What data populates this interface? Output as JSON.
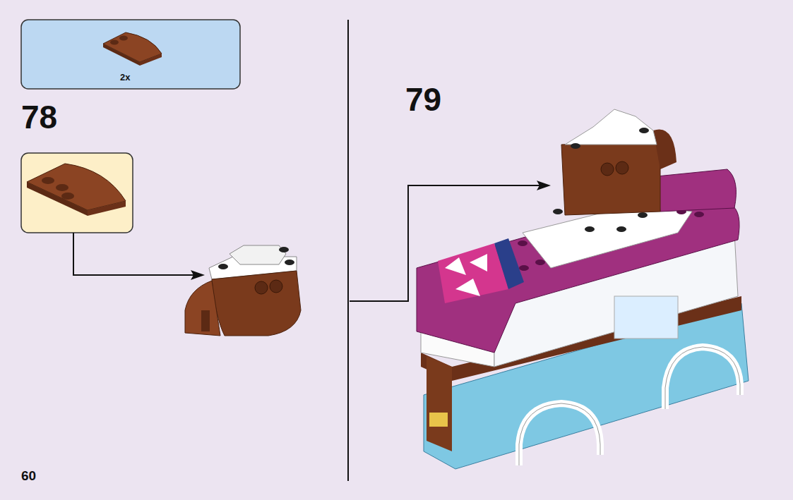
{
  "diagram": {
    "nodes": [
      {
        "text": [
          "2x"
        ]
      }
    ],
    "edges": [],
    "labels": [
      "78",
      "79",
      "60"
    ]
  }
}
